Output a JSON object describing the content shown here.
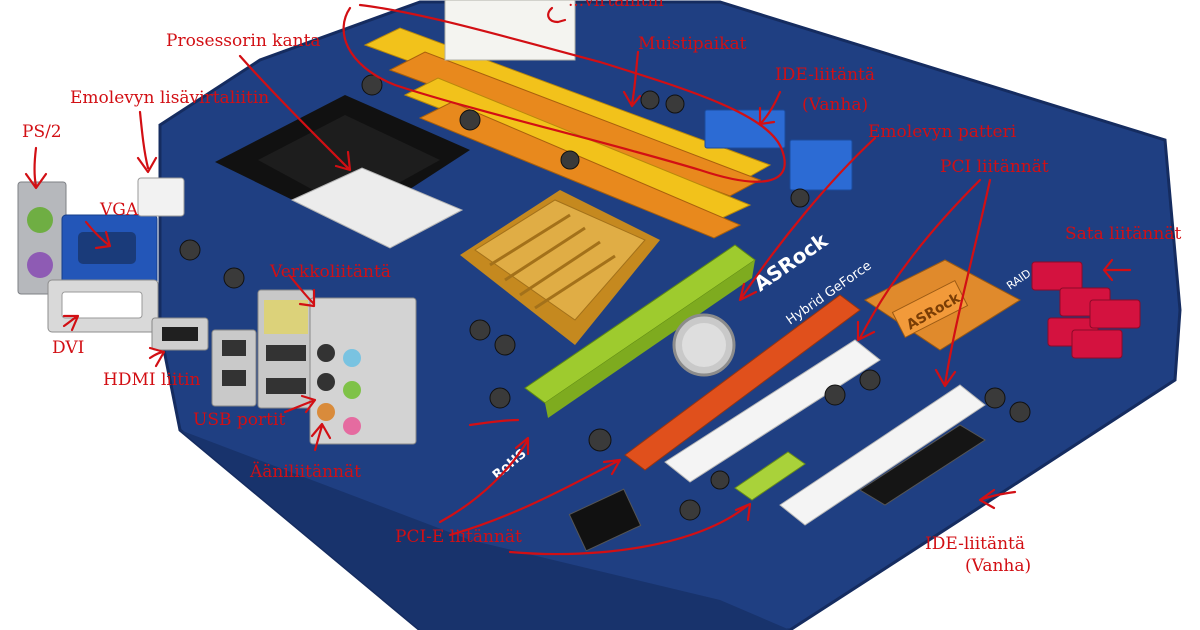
{
  "labels": {
    "top_cut": "...virtaliitin",
    "prosessorin_kanta": "Prosessorin kanta",
    "muistipaikat": "Muistipaikat",
    "ide_top": "IDE-liitäntä",
    "ide_top_sub": "(Vanha)",
    "emolevyn_lisavirta": "Emolevyn lisävirtaliitin",
    "emolevyn_patteri": "Emolevyn patteri",
    "ps2": "PS/2",
    "pci": "PCI liitännät",
    "vga": "VGA",
    "sata": "Sata liitännät",
    "verkko": "Verkkoliitäntä",
    "dvi": "DVI",
    "hdmi": "HDMI liitin",
    "usb": "USB portit",
    "aani": "Ääniliitännät",
    "pcie": "PCI-E liitännät",
    "ide_bottom": "IDE-liitäntä",
    "ide_bottom_sub": "(Vanha)"
  },
  "board_text": {
    "brand": "ASRock",
    "model": "Hybrid GeForce",
    "rohs": "RoHS",
    "heatsink_brand": "ASRock",
    "raid": "RAID"
  },
  "colors": {
    "annotation": "#d20f14",
    "pcb": "#1f3f82",
    "ram_yellow": "#f2c21b",
    "ram_orange": "#e8891d",
    "pcie_green": "#9ecb2e",
    "pcie_orange": "#e0501c",
    "sata_red": "#d4123f",
    "heatsink_gold": "#d59a2a",
    "heatsink_copper": "#e08a2c"
  }
}
